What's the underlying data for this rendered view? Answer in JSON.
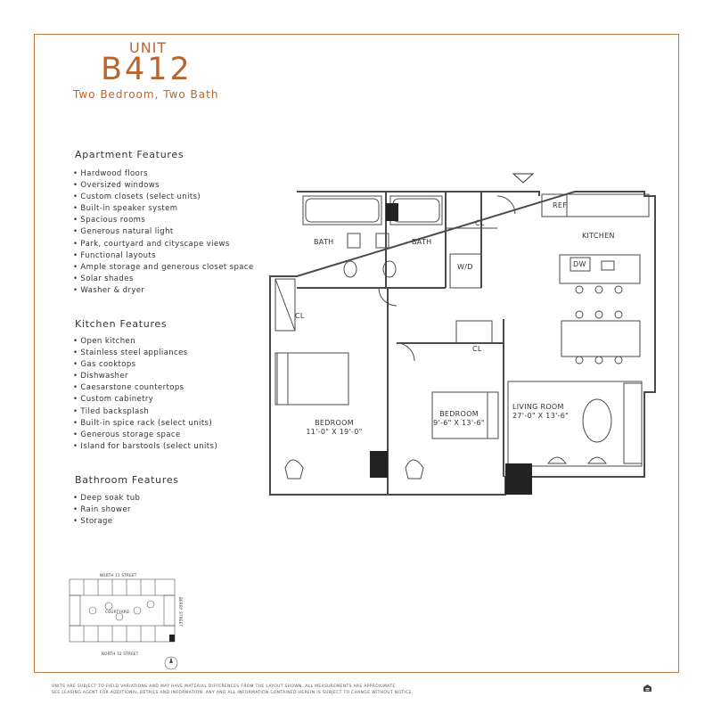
{
  "unit": {
    "label": "UNIT",
    "number": "B412",
    "type": "Two Bedroom, Two Bath"
  },
  "apartment_features": {
    "title": "Apartment Features",
    "items": [
      "Hardwood floors",
      "Oversized windows",
      "Custom closets (select units)",
      "Built-in speaker system",
      "Spacious rooms",
      "Generous natural light",
      "Park, courtyard and cityscape views",
      "Functional layouts",
      "Ample storage and generous closet space",
      "Solar shades",
      "Washer & dryer"
    ]
  },
  "kitchen_features": {
    "title": "Kitchen Features",
    "items": [
      "Open kitchen",
      "Stainless steel appliances",
      "Gas cooktops",
      "Dishwasher",
      "Caesarstone countertops",
      "Custom cabinetry",
      "Tiled backsplash",
      "Built-in spice rack (select units)",
      "Generous storage space",
      "Island for barstools (select units)"
    ]
  },
  "bathroom_features": {
    "title": "Bathroom Features",
    "items": [
      "Deep soak tub",
      "Rain shower",
      "Storage"
    ]
  },
  "floor_plan": {
    "bath_1": "BATH",
    "bath_2": "BATH",
    "closet_1": "CL",
    "closet_2": "CL",
    "closet_3": "CL",
    "washer_dryer": "W/D",
    "refrigerator": "REF",
    "dishwasher": "DW",
    "kitchen": "KITCHEN",
    "bedroom_1_name": "BEDROOM",
    "bedroom_1_size": "11'-0\" X 19'-0\"",
    "bedroom_2_name": "BEDROOM",
    "bedroom_2_size": "9'-6\" X 13'-6\"",
    "living_room_name": "LIVING ROOM",
    "living_room_size": "27'-0\" X 13'-6\""
  },
  "site_plan": {
    "north_street": "NORTH 11 STREET",
    "south_street": "NORTH 12 STREET",
    "courtyard": "COURTYARD",
    "side_street": "BERRY STREET"
  },
  "disclaimer": {
    "line1": "UNITS ARE SUBJECT TO FIELD VARIATIONS AND MAY HAVE MATERIAL DIFFERENCES FROM THE LAYOUT SHOWN. ALL MEASUREMENTS ARE APPROXIMATE.",
    "line2": "SEE LEASING AGENT FOR ADDITIONAL DETAILS AND INFORMATION. ANY AND ALL INFORMATION CONTAINED HEREIN IS SUBJECT TO CHANGE WITHOUT NOTICE."
  },
  "icons": {
    "equal_housing": "equal-housing-icon",
    "compass": "north-arrow-icon"
  },
  "colors": {
    "accent": "#b9652e",
    "frame": "#c07a45",
    "wall": "#4a4a4a",
    "highlight": "#222222"
  }
}
